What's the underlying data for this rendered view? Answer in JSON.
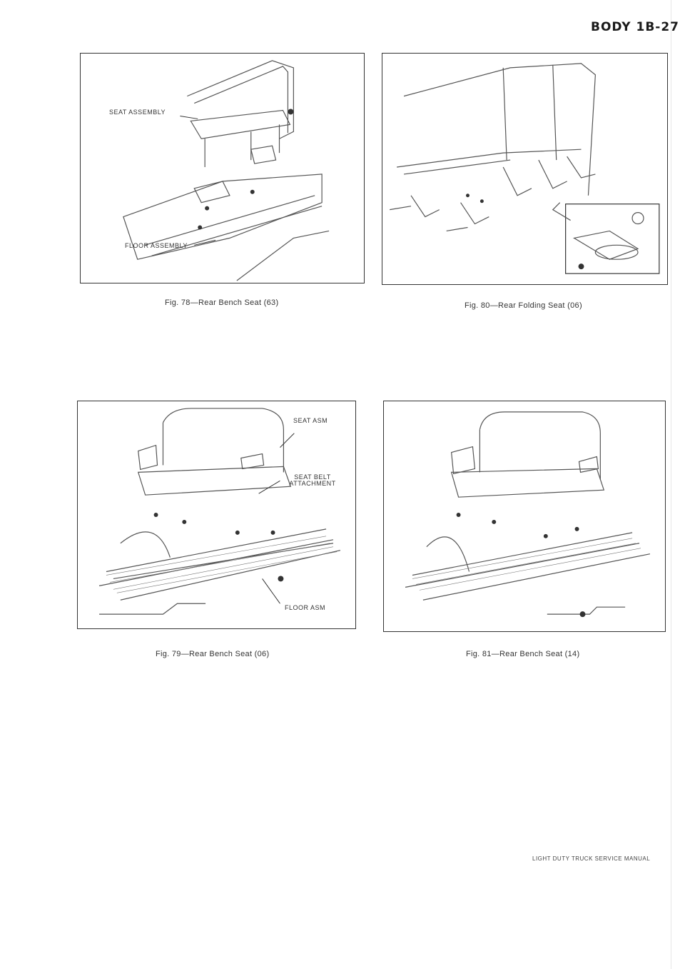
{
  "header": {
    "title": "BODY 1B-27"
  },
  "figures": [
    {
      "caption": "Fig. 78—Rear Bench Seat (63)",
      "callouts": [
        "SEAT ASSEMBLY",
        "FLOOR ASSEMBLY"
      ]
    },
    {
      "caption": "Fig. 80—Rear Folding Seat (06)",
      "callouts": []
    },
    {
      "caption": "Fig. 79—Rear Bench Seat (06)",
      "callouts": [
        "SEAT ASM",
        "SEAT BELT ATTACHMENT",
        "FLOOR ASM"
      ]
    },
    {
      "caption": "Fig. 81—Rear Bench Seat (14)",
      "callouts": []
    }
  ],
  "footer": {
    "text": "LIGHT DUTY TRUCK SERVICE MANUAL"
  }
}
